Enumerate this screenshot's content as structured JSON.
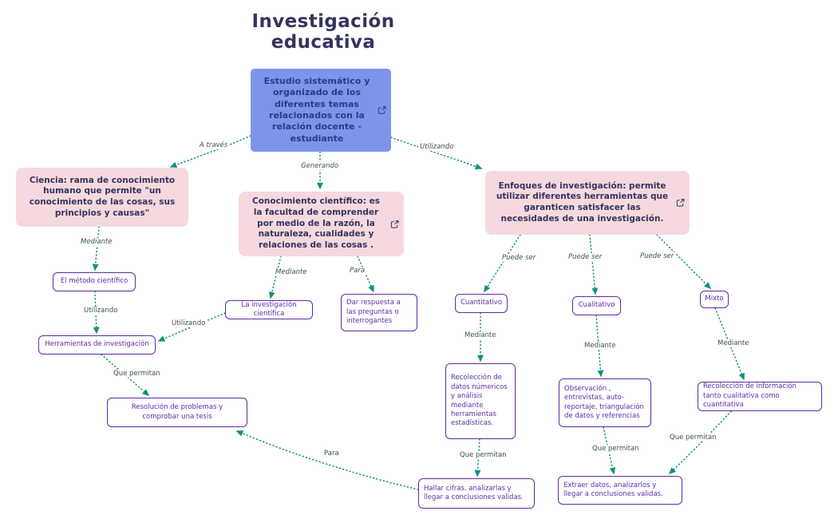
{
  "title": "Investigación educativa",
  "colors": {
    "title_text": "#33345e",
    "root_bg": "#7d95e9",
    "root_text": "#2b3a8c",
    "pink_bg": "#f6d9de",
    "pink_text": "#33345e",
    "leaf_border": "#5e2ba6",
    "leaf_text": "#5e2ba6",
    "arrow": "#0b9181",
    "edge_label": "#3d4f4f"
  },
  "icons": {
    "external_link": "⧉"
  },
  "nodes": {
    "root": {
      "label": "Estudio sistemático y organizado de los diferentes temas relacionados con la relación docente - estudiante",
      "link_icon": true
    },
    "ciencia": {
      "label": "Ciencia:  rama de conocimiento humano que permite \"un conocimiento de las cosas, sus principios y causas\"",
      "link_icon": false
    },
    "conocimiento_cientifico": {
      "label": "Conocimiento científico: es la facultad de comprender por medio de la razón, la naturaleza, cualidades y relaciones de las cosas .",
      "link_icon": true
    },
    "enfoques": {
      "label": "Enfoques de investigación: permite utilizar diferentes herramientas que garanticen satisfacer las necesidades de una investigación.",
      "link_icon": true
    },
    "el_metodo_cientifico": {
      "label": "El método científico",
      "link_icon": false
    },
    "herramientas_de_investigacion": {
      "label": "Herramientas de investigación",
      "link_icon": false
    },
    "resolucion_de_problemas": {
      "label": "Resolución de problemas y comprobar una tesis",
      "link_icon": false
    },
    "la_investigacion_cientifica": {
      "label": "La investigación científica",
      "link_icon": false
    },
    "dar_respuesta": {
      "label": "Dar respuesta a las preguntas o interrogantes",
      "link_icon": false
    },
    "cuantitativo": {
      "label": "Cuantitativo",
      "link_icon": false
    },
    "cualitativo": {
      "label": "Cualitativo",
      "link_icon": false
    },
    "mixto": {
      "label": "Mixto",
      "link_icon": false
    },
    "recoleccion_de_datos": {
      "label": "Recolección de datos númericos y análisis mediante herramientas estadísticas.",
      "link_icon": false
    },
    "observacion_entrevistas": {
      "label": "Observación , entrevistas, auto-reportaje, triangulación de datos y referencias",
      "link_icon": false
    },
    "recoleccion_de_informacion": {
      "label": "Recolección de información tanto cualitativa como cuantitativa",
      "link_icon": false
    },
    "hallar_cifras": {
      "label": "Hallar cifras, analizarlas y llegar a conclusiones validas.",
      "link_icon": false
    },
    "extraer_datos": {
      "label": "Extraer datos, analizarlos y llegar a conclusiones validas.",
      "link_icon": false
    }
  },
  "edges": [
    {
      "from": "root",
      "to": "ciencia",
      "label": "A través"
    },
    {
      "from": "root",
      "to": "conocimiento_cientifico",
      "label": "Generando"
    },
    {
      "from": "root",
      "to": "enfoques",
      "label": "Utilizando"
    },
    {
      "from": "ciencia",
      "to": "el_metodo_cientifico",
      "label": "Mediante"
    },
    {
      "from": "el_metodo_cientifico",
      "to": "herramientas_de_investigacion",
      "label": "Utilizando"
    },
    {
      "from": "la_investigacion_cientifica",
      "to": "herramientas_de_investigacion",
      "label": "Utilizando"
    },
    {
      "from": "conocimiento_cientifico",
      "to": "la_investigacion_cientifica",
      "label": "Mediante"
    },
    {
      "from": "conocimiento_cientifico",
      "to": "dar_respuesta",
      "label": "Para"
    },
    {
      "from": "herramientas_de_investigacion",
      "to": "resolucion_de_problemas",
      "label": "Que permitan"
    },
    {
      "from": "enfoques",
      "to": "cuantitativo",
      "label": "Puede ser"
    },
    {
      "from": "enfoques",
      "to": "cualitativo",
      "label": "Puede ser"
    },
    {
      "from": "enfoques",
      "to": "mixto",
      "label": "Puede ser"
    },
    {
      "from": "cuantitativo",
      "to": "recoleccion_de_datos",
      "label": "Mediante"
    },
    {
      "from": "cualitativo",
      "to": "observacion_entrevistas",
      "label": "Mediante"
    },
    {
      "from": "mixto",
      "to": "recoleccion_de_informacion",
      "label": "Mediante"
    },
    {
      "from": "recoleccion_de_datos",
      "to": "hallar_cifras",
      "label": "Que permitan"
    },
    {
      "from": "observacion_entrevistas",
      "to": "extraer_datos",
      "label": "Que permitan"
    },
    {
      "from": "recoleccion_de_informacion",
      "to": "extraer_datos",
      "label": "Que permitan"
    },
    {
      "from": "hallar_cifras",
      "to": "resolucion_de_problemas",
      "label": "Para"
    }
  ]
}
